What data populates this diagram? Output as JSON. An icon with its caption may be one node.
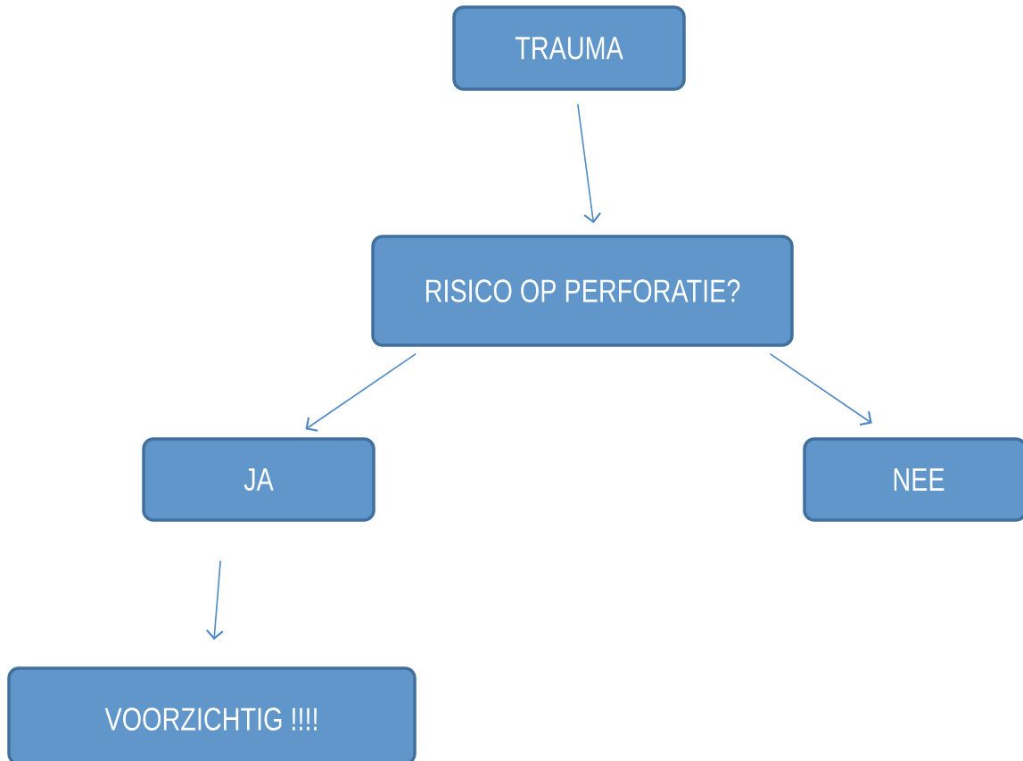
{
  "diagram": {
    "nodes": [
      {
        "text": [
          "TRAUMA"
        ]
      },
      {
        "text": [
          "RISICO OP PERFORATIE?"
        ]
      },
      {
        "text": [
          "JA"
        ]
      },
      {
        "text": [
          "NEE"
        ]
      },
      {
        "text": [
          "VOORZICHTIG !!!!"
        ]
      }
    ],
    "edges": [
      {
        "from": 0,
        "to": 1,
        "arrow": "to"
      },
      {
        "from": 1,
        "to": 2,
        "arrow": "to"
      },
      {
        "from": 1,
        "to": 3,
        "arrow": "to"
      },
      {
        "from": 2,
        "to": 4,
        "arrow": "to"
      }
    ]
  }
}
